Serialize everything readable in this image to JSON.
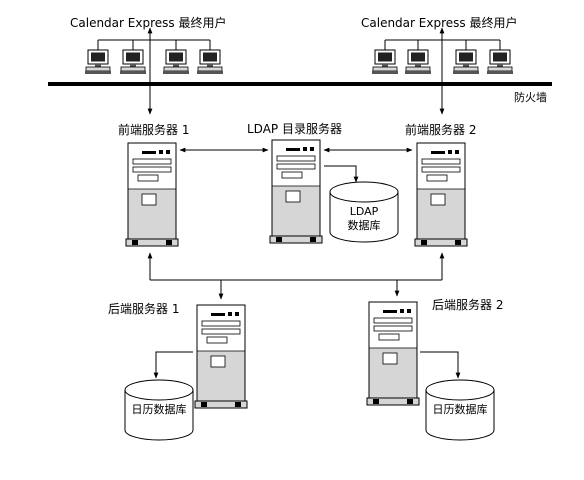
{
  "user_groups": [
    {
      "label": "Calendar Express 最终用户"
    },
    {
      "label": "Calendar Express 最终用户"
    }
  ],
  "firewall": {
    "label": "防火墙"
  },
  "servers": {
    "frontend_1": {
      "label": "前端服务器 1"
    },
    "ldap": {
      "label": "LDAP 目录服务器"
    },
    "frontend_2": {
      "label": "前端服务器 2"
    },
    "backend_1": {
      "label": "后端服务器 1"
    },
    "backend_2": {
      "label": "后端服务器 2"
    }
  },
  "databases": {
    "ldap_db": {
      "label_line1": "LDAP",
      "label_line2": "数据库"
    },
    "calendar_db_1": {
      "label": "日历数据库"
    },
    "calendar_db_2": {
      "label": "日历数据库"
    }
  }
}
